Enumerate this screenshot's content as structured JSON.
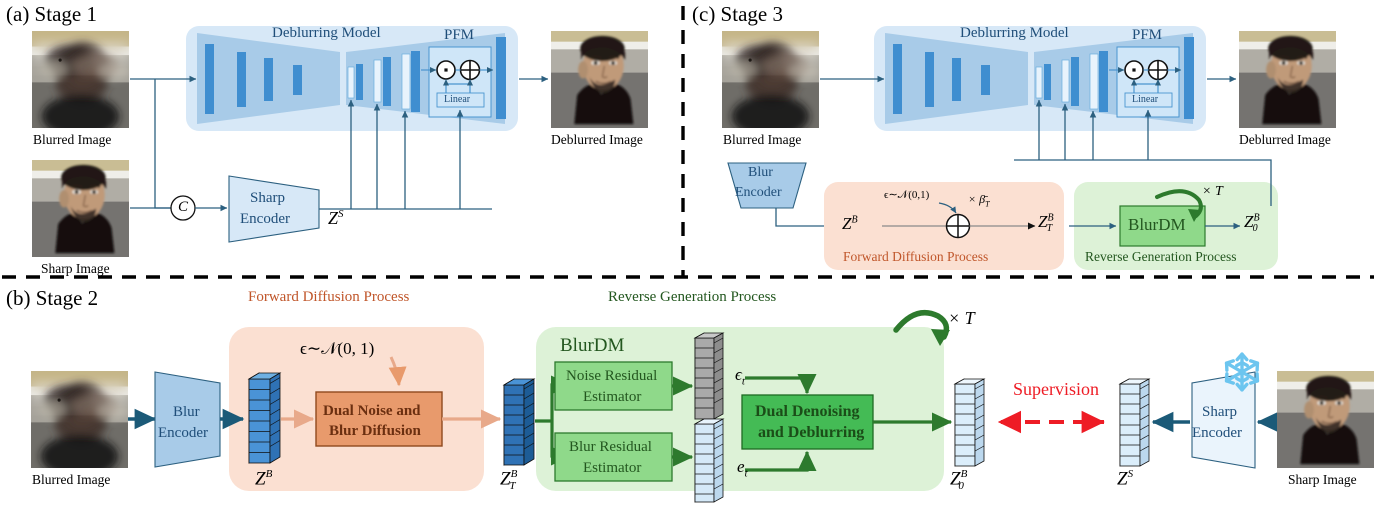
{
  "figure": {
    "type": "diagram",
    "description": "Three-stage training pipeline for blur-aware face deblurring with a latent diffusion model (BlurDM)"
  },
  "panels": {
    "a": {
      "title": "(a) Stage 1",
      "inputs": [
        {
          "label": "Blurred Image",
          "kind": "photo-blurred"
        },
        {
          "label": "Sharp Image",
          "kind": "photo-sharp"
        }
      ],
      "output": {
        "label": "Deblurred Image",
        "kind": "photo-sharp"
      },
      "model_label": "Deblurring Model",
      "pfm_label": "PFM",
      "linear_label": "Linear",
      "encoder_label_line1": "Sharp",
      "encoder_label_line2": "Encoder",
      "concat_symbol": "C",
      "latent_label": "Z",
      "latent_sup": "S",
      "ops": [
        {
          "name": "element-wise-multiply",
          "glyph": "⊙"
        },
        {
          "name": "element-wise-add",
          "glyph": "⊕"
        }
      ]
    },
    "c": {
      "title": "(c) Stage 3",
      "inputs": [
        {
          "label": "Blurred Image",
          "kind": "photo-blurred"
        }
      ],
      "output": {
        "label": "Deblurred Image",
        "kind": "photo-sharp"
      },
      "model_label": "Deblurring Model",
      "pfm_label": "PFM",
      "linear_label": "Linear",
      "encoder_label_line1": "Blur",
      "encoder_label_line2": "Encoder",
      "forward": {
        "box_label": "Forward Diffusion Process",
        "noise_label": "ϵ∼𝒩(0,1)",
        "scale_label": "× β̄",
        "scale_sub": "T",
        "input_latent": "Z",
        "input_latent_sup": "B",
        "output_latent": "Z",
        "output_latent_sup": "B",
        "output_latent_sub": "T",
        "add_glyph": "⊕"
      },
      "reverse": {
        "box_label": "Reverse Generation Process",
        "module_label": "BlurDM",
        "repeat_label": "× T",
        "output_latent": "Z",
        "output_latent_sup": "B",
        "output_latent_sub": "0"
      }
    },
    "b": {
      "title": "(b) Stage 2",
      "input": {
        "label": "Blurred Image",
        "kind": "photo-blurred"
      },
      "ref_input": {
        "label": "Sharp Image",
        "kind": "photo-sharp"
      },
      "blur_encoder_line1": "Blur",
      "blur_encoder_line2": "Encoder",
      "sharp_encoder_line1": "Sharp",
      "sharp_encoder_line2": "Encoder",
      "frozen_icon": "snowflake-icon",
      "forward": {
        "section_title": "Forward Diffusion Process",
        "noise_label": "ϵ∼𝒩(0, 1)",
        "module_line1": "Dual Noise and",
        "module_line2": "Blur Diffusion",
        "in_latent": "Z",
        "in_latent_sup": "B",
        "out_latent": "Z",
        "out_latent_sup": "B",
        "out_latent_sub": "T"
      },
      "reverse": {
        "section_title": "Reverse Generation Process",
        "module_label": "BlurDM",
        "noise_estimator_line1": "Noise Residual",
        "noise_estimator_line2": "Estimator",
        "blur_estimator_line1": "Blur Residual",
        "blur_estimator_line2": "Estimator",
        "noise_out": "ϵ",
        "noise_out_sub": "t",
        "blur_out": "e",
        "blur_out_sub": "t",
        "denoise_line1": "Dual Denoising",
        "denoise_line2": "and Deblurring",
        "repeat_label": "× T",
        "out_latent": "Z",
        "out_latent_sup": "B",
        "out_latent_sub": "0"
      },
      "supervision_label": "Supervision",
      "target_latent": "Z",
      "target_latent_sup": "S"
    }
  },
  "colors": {
    "arrow_blue": "#2c6080",
    "deep_arrow_blue": "#1b5a78",
    "panel_blue_light": "#d7e8f7",
    "panel_blue_mid": "#a8cbe8",
    "block_blue": "#3f8ed0",
    "block_blue_dark": "#2a6fb0",
    "orange_fill": "#fbe0d2",
    "orange_box": "#e89a6c",
    "orange_text": "#c0562a",
    "orange_arrow": "#e8a98a",
    "green_fill": "#ddf2d7",
    "green_box": "#44bb55",
    "green_box_light": "#8fd98a",
    "green_text": "#23571f",
    "green_arrow": "#2d7a2d",
    "supervision_red": "#ee1c25",
    "snowflake_blue": "#6cc5ef",
    "divider_black": "#000000"
  }
}
